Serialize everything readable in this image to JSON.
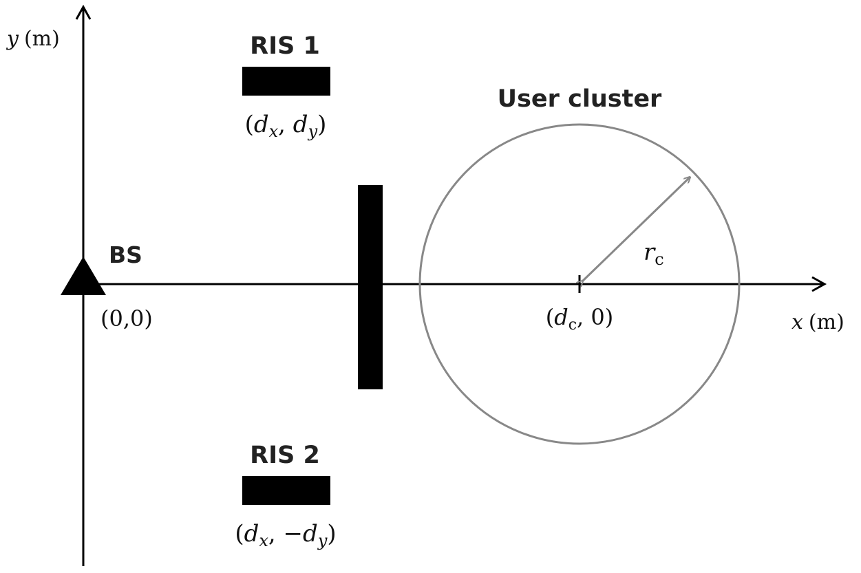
{
  "labels": {
    "y_axis": {
      "var": "y",
      "unit": "(m)"
    },
    "x_axis": {
      "var": "x",
      "unit": "(m)"
    },
    "bs": "BS",
    "origin": "(0,0)",
    "ris1": "RIS 1",
    "ris1_coord": {
      "open": "(",
      "d1": "d",
      "sub1": "x",
      "comma": ", ",
      "d2": "d",
      "sub2": "y",
      "close": ")"
    },
    "ris2": "RIS 2",
    "ris2_coord": {
      "open": "(",
      "d1": "d",
      "sub1": "x",
      "comma": ", ",
      "neg": "−",
      "d2": "d",
      "sub2": "y",
      "close": ")"
    },
    "cluster": "User cluster",
    "radius": {
      "var": "r",
      "sub": "c"
    },
    "center_coord": {
      "open": "(",
      "d": "d",
      "sub": "c",
      "rest": ", 0)"
    }
  },
  "colors": {
    "axis": "#000000",
    "block": "#000000",
    "circle": "#888888",
    "radius_arrow": "#888888",
    "text_bold": "#222222",
    "text_math": "#111111"
  },
  "icons": {
    "bs": "triangle-icon"
  }
}
